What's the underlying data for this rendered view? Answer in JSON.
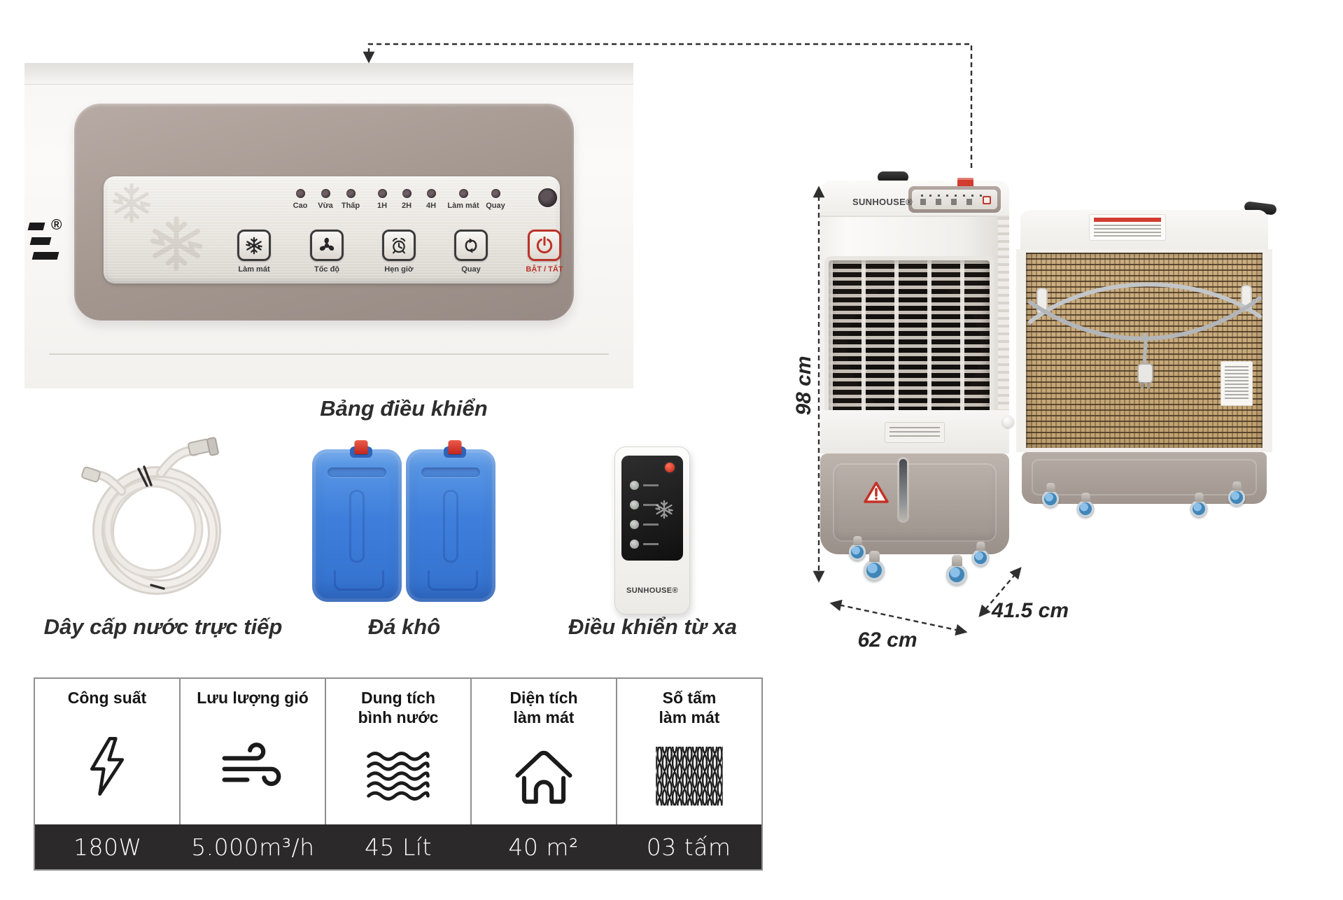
{
  "callout": {
    "panel_label": "Bảng điều khiển"
  },
  "control_panel": {
    "brand_mark": "®",
    "indicators": [
      "Cao",
      "Vừa",
      "Thấp",
      "1H",
      "2H",
      "4H",
      "Làm mát",
      "Quay"
    ],
    "buttons": [
      {
        "label": "Làm mát",
        "icon": "snowflake-icon"
      },
      {
        "label": "Tốc độ",
        "icon": "fan-icon"
      },
      {
        "label": "Hẹn giờ",
        "icon": "alarm-icon"
      },
      {
        "label": "Quay",
        "icon": "swing-icon"
      },
      {
        "label": "BẬT / TẮT",
        "icon": "power-icon"
      }
    ]
  },
  "accessories": {
    "hose_caption": "Dây cấp nước trực tiếp",
    "ice_caption": "Đá khô",
    "remote_caption": "Điều khiển từ xa",
    "remote_brand": "SUNHOUSE®"
  },
  "product": {
    "brand": "SUNHOUSE®"
  },
  "dimensions": {
    "height": "98 cm",
    "width": "62 cm",
    "depth": "41.5 cm"
  },
  "specs": {
    "columns": [
      {
        "header": "Công suất",
        "icon": "lightning-icon",
        "value": "180W"
      },
      {
        "header": "Lưu lượng gió",
        "icon": "airflow-icon",
        "value": "5.000m³/h"
      },
      {
        "header": "Dung tích\nbình nước",
        "icon": "water-waves-icon",
        "value": "45 Lít"
      },
      {
        "header": "Diện tích\nlàm mát",
        "icon": "house-icon",
        "value": "40 m²"
      },
      {
        "header": "Số tấm\nlàm mát",
        "icon": "cooling-pad-icon",
        "value": "03 tấm"
      }
    ]
  },
  "colors": {
    "power_red": "#bb3328",
    "ice_pack_blue": "#3f7fdb",
    "caster_blue": "#4186b8",
    "base_taupe": "#a89e98",
    "bezel_taupe": "#a3968f",
    "value_bar": "#2b2929"
  }
}
